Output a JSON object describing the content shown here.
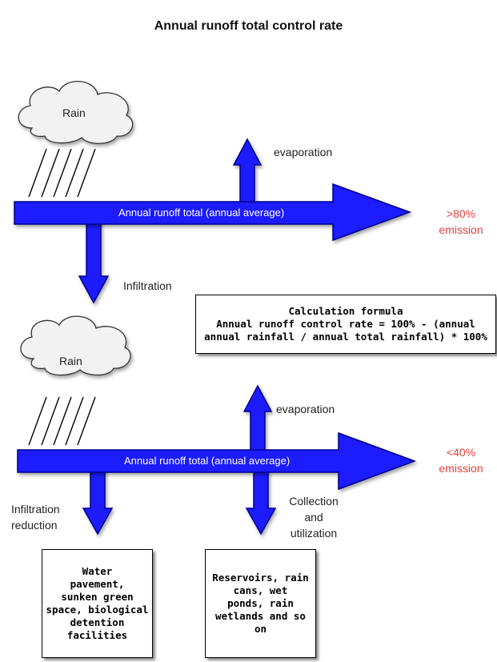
{
  "title": "Annual runoff total control rate",
  "top": {
    "cloud_label": "Rain",
    "arrow_label": "Annual runoff total (annual average)",
    "evaporation": "evaporation",
    "infiltration": "Infiltration",
    "emission_pct": ">80%",
    "emission_word": "emission"
  },
  "formula": {
    "heading": "Calculation formula",
    "line1": "Annual runoff control rate = 100% - (annual",
    "line2": "annual rainfall / annual total rainfall) * 100%"
  },
  "bottom": {
    "cloud_label": "Rain",
    "arrow_label": "Annual runoff total (annual average)",
    "evaporation": "evaporation",
    "emission_pct": "<40%",
    "emission_word": "emission",
    "infiltration_reduction_line1": "Infiltration",
    "infiltration_reduction_line2": "reduction",
    "collection_line1": "Collection",
    "collection_line2": "and",
    "collection_line3": "utilization",
    "box_left_lines": [
      "Water",
      "pavement,",
      "sunken green",
      "space, biological",
      "detention",
      "facilities"
    ],
    "box_right_lines": [
      "Reservoirs, rain",
      "cans, wet",
      "ponds, rain",
      "wetlands and so",
      "on"
    ]
  },
  "colors": {
    "arrow_fill": "#1a1aff",
    "arrow_stroke": "#00008b",
    "emission_text": "#e83e3e",
    "cloud_fill": "#f2f2f2"
  }
}
